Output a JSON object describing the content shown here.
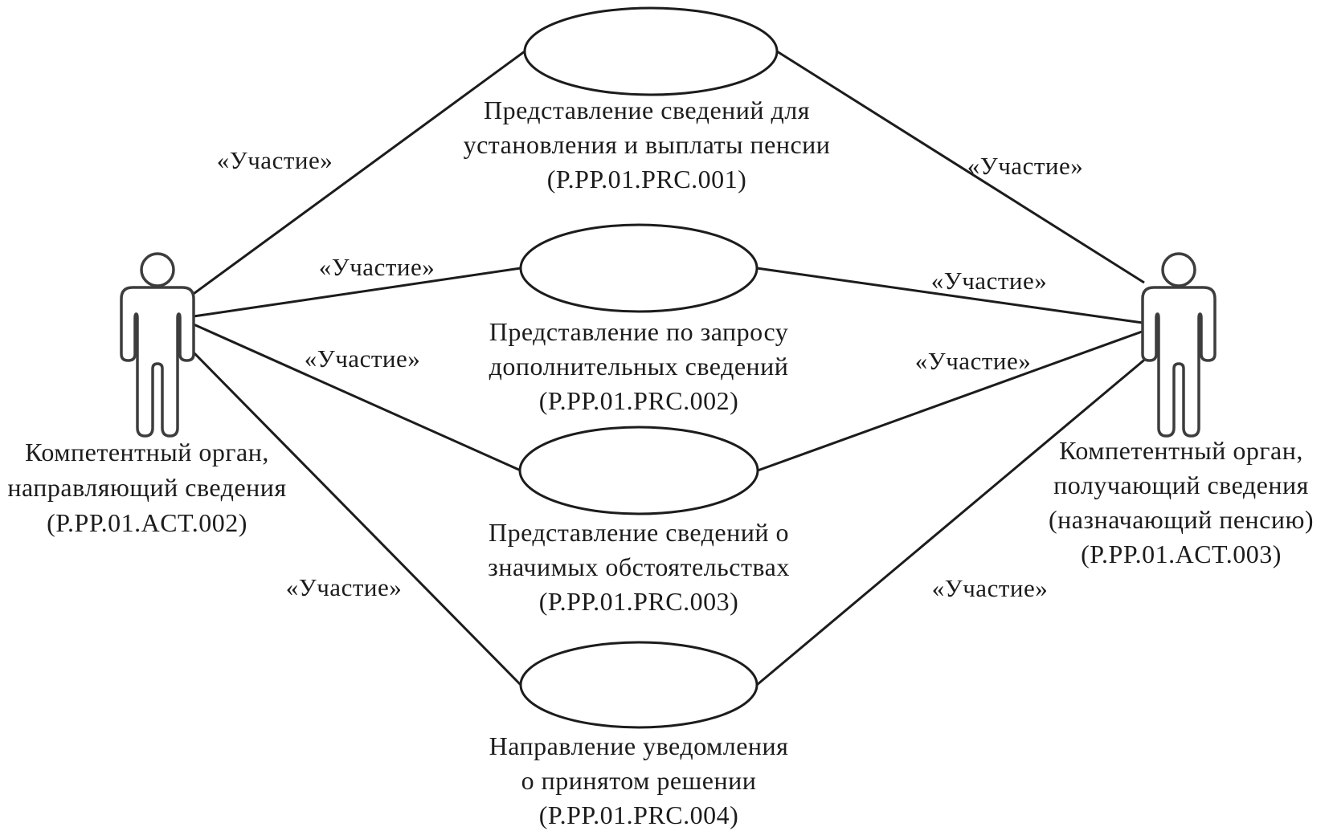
{
  "diagram": {
    "type": "uml-use-case",
    "language": "ru",
    "colors": {
      "ink": "#1c1c1c",
      "actor_outline": "#3d3d3d",
      "background": "#ffffff"
    },
    "actors": [
      {
        "id": "actor-sending",
        "lines": [
          "Компетентный орган,",
          "направляющий сведения",
          "(P.PP.01.ACT.002)"
        ]
      },
      {
        "id": "actor-receiving",
        "lines": [
          "Компетентный орган,",
          "получающий сведения",
          "(назначающий пенсию)",
          "(P.PP.01.ACT.003)"
        ]
      }
    ],
    "use_cases": [
      {
        "id": "use-case-1",
        "lines": [
          "Представление сведений для",
          "установления и выплаты пенсии",
          "(P.PP.01.PRC.001)"
        ]
      },
      {
        "id": "use-case-2",
        "lines": [
          "Представление по запросу",
          "дополнительных сведений",
          "(P.PP.01.PRC.002)"
        ]
      },
      {
        "id": "use-case-3",
        "lines": [
          "Представление сведений о",
          "значимых обстоятельствах",
          "(P.PP.01.PRC.003)"
        ]
      },
      {
        "id": "use-case-4",
        "lines": [
          "Направление уведомления",
          "о принятом решении",
          "(P.PP.01.PRC.004)"
        ]
      }
    ],
    "connections": [
      {
        "from": "actor-sending",
        "to": "use-case-1",
        "label": "«Участие»"
      },
      {
        "from": "actor-sending",
        "to": "use-case-2",
        "label": "«Участие»"
      },
      {
        "from": "actor-sending",
        "to": "use-case-3",
        "label": "«Участие»"
      },
      {
        "from": "actor-sending",
        "to": "use-case-4",
        "label": "«Участие»"
      },
      {
        "from": "actor-receiving",
        "to": "use-case-1",
        "label": "«Участие»"
      },
      {
        "from": "actor-receiving",
        "to": "use-case-2",
        "label": "«Участие»"
      },
      {
        "from": "actor-receiving",
        "to": "use-case-3",
        "label": "«Участие»"
      },
      {
        "from": "actor-receiving",
        "to": "use-case-4",
        "label": "«Участие»"
      }
    ]
  }
}
